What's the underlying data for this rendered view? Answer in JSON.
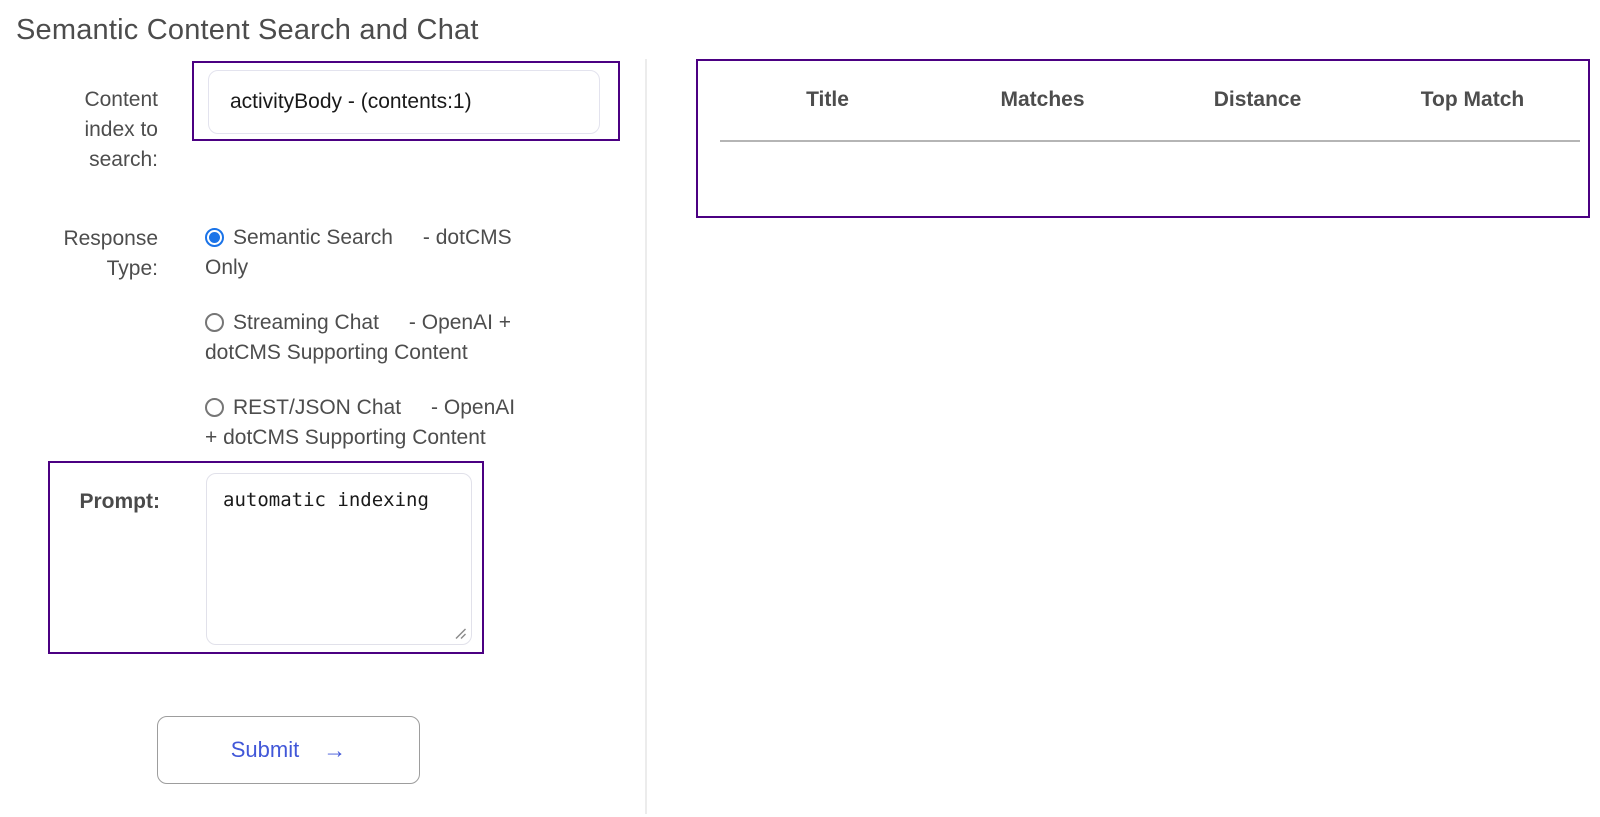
{
  "page": {
    "title": "Semantic Content Search and Chat"
  },
  "form": {
    "index_label": "Content index to search:",
    "index_select_value": "activityBody - (contents:1)",
    "response_type_label": "Response Type:",
    "response_options": [
      {
        "name": "Semantic Search",
        "desc": "- dotCMS Only",
        "selected": true
      },
      {
        "name": "Streaming Chat",
        "desc": "- OpenAI + dotCMS Supporting Content",
        "selected": false
      },
      {
        "name": "REST/JSON Chat",
        "desc": "- OpenAI + dotCMS Supporting Content",
        "selected": false
      }
    ],
    "prompt_label": "Prompt:",
    "prompt_value": "automatic indexing",
    "submit_label": "Submit",
    "submit_arrow": "→"
  },
  "results": {
    "columns": [
      "Title",
      "Matches",
      "Distance",
      "Top Match"
    ],
    "rows": []
  },
  "colors": {
    "accent_purple": "#4b0082",
    "radio_selected_blue": "#1a73e8",
    "submit_blue": "#4157d8",
    "divider_gray": "#ececec"
  }
}
